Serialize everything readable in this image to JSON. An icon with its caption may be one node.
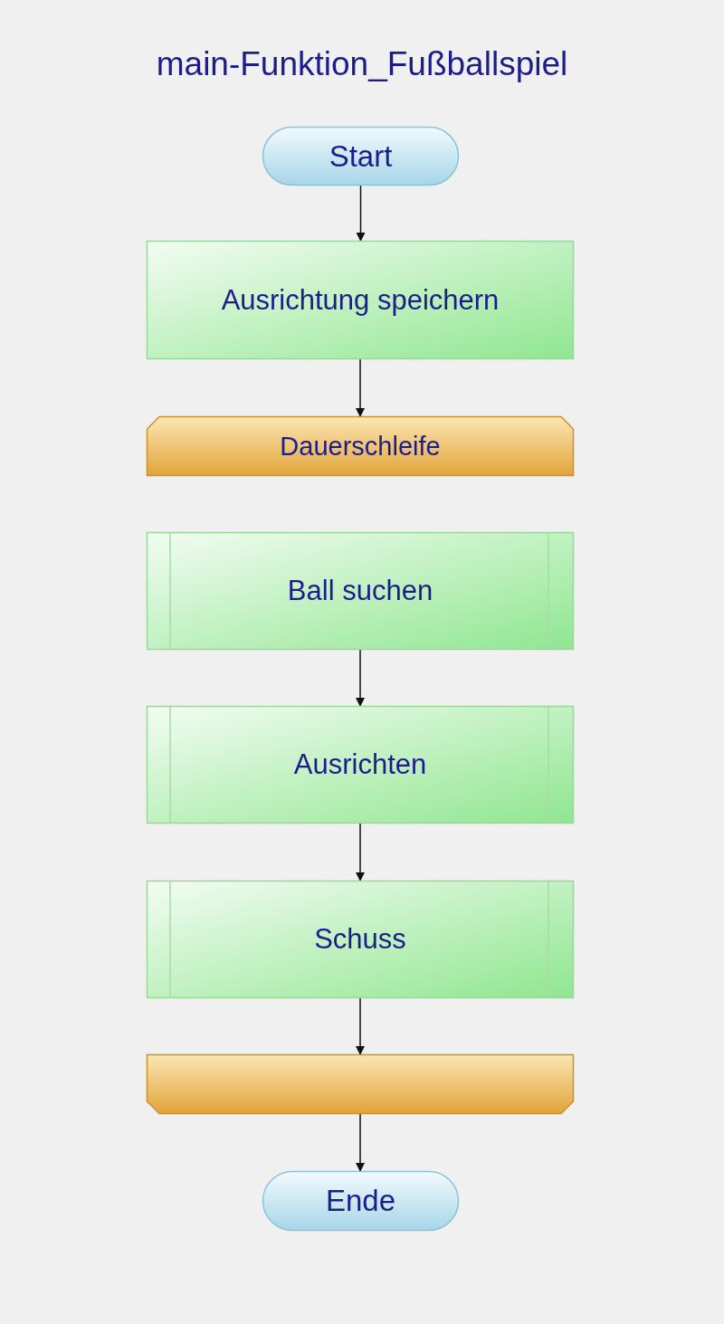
{
  "diagram": {
    "title": "main-Funktion_Fußballspiel",
    "nodes": [
      {
        "text": [
          "Start"
        ]
      },
      {
        "text": [
          "Ausrichtung speichern"
        ]
      },
      {
        "text": [
          "Dauerschleife"
        ]
      },
      {
        "text": [
          "Ball suchen"
        ]
      },
      {
        "text": [
          "Ausrichten"
        ]
      },
      {
        "text": [
          "Schuss"
        ]
      },
      {
        "text": [],
        "shape": "box"
      },
      {
        "text": [
          "Ende"
        ]
      }
    ],
    "edges": [
      {
        "from": 0,
        "to": 1,
        "arrow": "to"
      },
      {
        "from": 1,
        "to": 2,
        "arrow": "to"
      },
      {
        "from": 3,
        "to": 4,
        "arrow": "to"
      },
      {
        "from": 4,
        "to": 5,
        "arrow": "to"
      },
      {
        "from": 5,
        "to": 6,
        "arrow": "to"
      },
      {
        "from": 6,
        "to": 7,
        "arrow": "to"
      }
    ]
  }
}
